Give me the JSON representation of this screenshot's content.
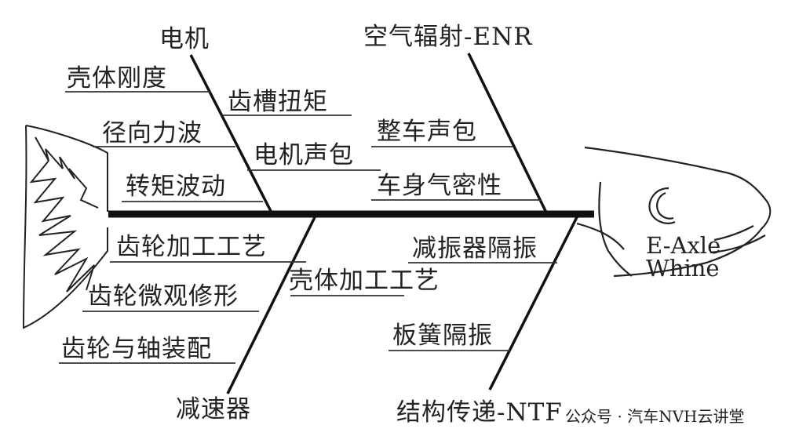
{
  "diagram": {
    "effect": {
      "line1": "E-Axle",
      "line2": "Whine"
    },
    "bones": {
      "motor": {
        "title": "电机",
        "causes": [
          "壳体刚度",
          "齿槽扭矩",
          "径向力波",
          "电机声包",
          "转矩波动"
        ]
      },
      "air": {
        "title": "空气辐射-ENR",
        "causes": [
          "整车声包",
          "车身气密性"
        ]
      },
      "reducer": {
        "title": "减速器",
        "causes": [
          "齿轮加工工艺",
          "壳体加工工艺",
          "齿轮微观修形",
          "齿轮与轴装配"
        ]
      },
      "structure": {
        "title": "结构传递-NTF",
        "causes": [
          "减振器隔振",
          "板簧隔振"
        ]
      }
    }
  },
  "watermark": {
    "text": "公众号 · 汽车NVH云讲堂"
  }
}
